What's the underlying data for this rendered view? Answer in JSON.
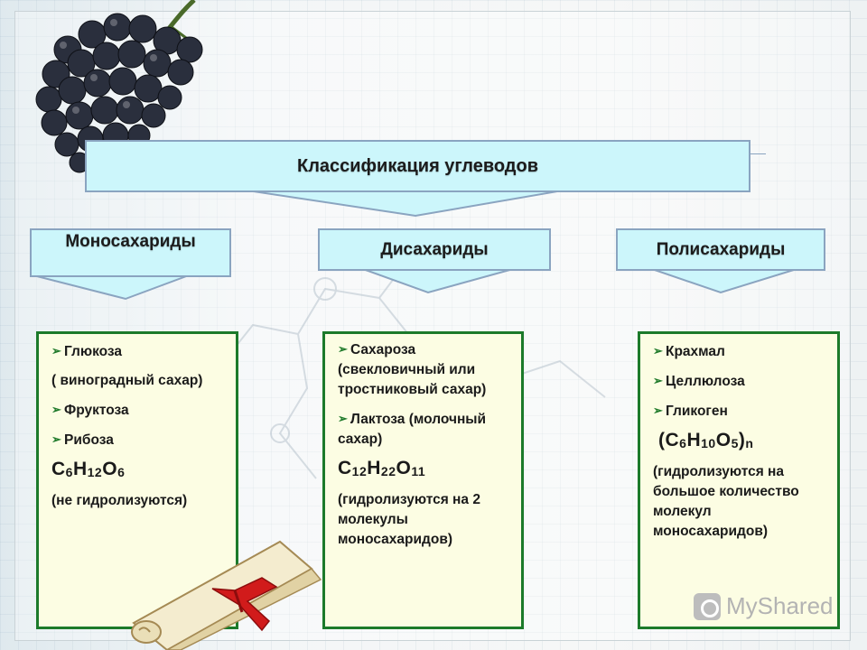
{
  "title": "Классификация углеводов",
  "categories": [
    {
      "id": "mono",
      "label": "Моносахариды"
    },
    {
      "id": "di",
      "label": "Дисахариды"
    },
    {
      "id": "poly",
      "label": "Полисахариды"
    }
  ],
  "mono": {
    "item1": "Глюкоза",
    "item1_note": "( виноградный сахар)",
    "item2": "Фруктоза",
    "item3": "Рибоза",
    "formula": {
      "c": "C",
      "c_n": "6",
      "h": "H",
      "h_n": "12",
      "o": "O",
      "o_n": "6"
    },
    "note": "(не гидролизуются)"
  },
  "di": {
    "item1": "Сахароза (свекловичный или тростниковый сахар)",
    "item2": "Лактоза (молочный сахар)",
    "formula": {
      "c": "C",
      "c_n": "12",
      "h": "H",
      "h_n": "22",
      "o": "O",
      "o_n": "11"
    },
    "note": "(гидролизуются на 2 молекулы моносахаридов)"
  },
  "poly": {
    "item1": "Крахмал",
    "item2": "Целлюлоза",
    "item3": "Гликоген",
    "formula": {
      "open": "(",
      "c": "C",
      "c_n": "6",
      "h": "H",
      "h_n": "10",
      "o": "O",
      "o_n": "5",
      "close": ")",
      "n": "n"
    },
    "note": "(гидролизуются на большое количество молекул моносахаридов)"
  },
  "watermark": "MyShared",
  "colors": {
    "box_fill": "#ccf6fb",
    "box_border": "#8aa4c0",
    "panel_fill": "#fcfde3",
    "panel_border": "#1c7a2a"
  },
  "icons": [
    "grapes-image",
    "scroll-image",
    "bullet-arrow-icon",
    "myshared-logo-icon"
  ]
}
